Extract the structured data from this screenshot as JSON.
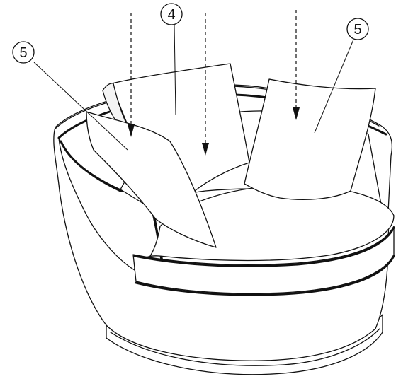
{
  "diagram": {
    "callouts": [
      {
        "id": "pillow-left",
        "label": "5"
      },
      {
        "id": "pillow-center",
        "label": "4"
      },
      {
        "id": "pillow-right",
        "label": "5"
      }
    ],
    "colors": {
      "line": "#111111",
      "fill": "#ffffff",
      "shade": "#e9e9e9"
    }
  }
}
